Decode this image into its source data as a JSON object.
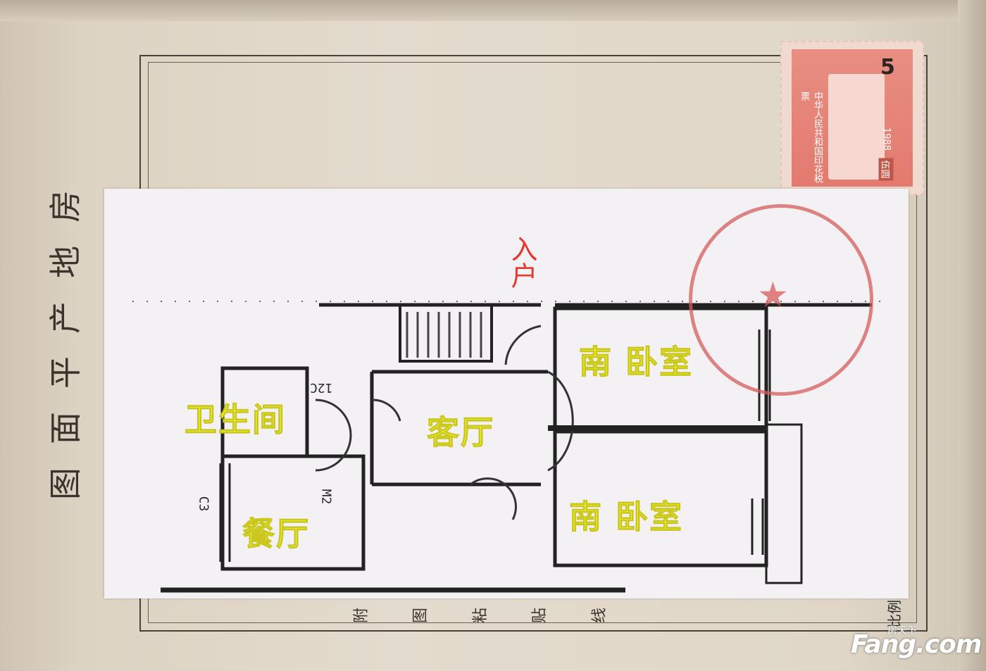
{
  "document": {
    "vertical_title_chars": [
      "房",
      "地",
      "产",
      "平",
      "面",
      "图"
    ],
    "footer_chars": [
      "附",
      "图",
      "粘",
      "贴",
      "线"
    ],
    "scale_label": "比例"
  },
  "stamp": {
    "issuer_text": "中华人民共和国印花税票",
    "value": "5",
    "year": "1988",
    "denomination": "伍圆"
  },
  "floorplan": {
    "entrance": "入户",
    "rooms": [
      {
        "id": "south-bedroom-1",
        "label": "南 卧室"
      },
      {
        "id": "living-room",
        "label": "客厅"
      },
      {
        "id": "bathroom",
        "label": "卫生间"
      },
      {
        "id": "south-bedroom-2",
        "label": "南 卧室"
      },
      {
        "id": "dining-room",
        "label": "餐厅"
      }
    ],
    "codes": {
      "window": "C3",
      "door": "M2",
      "misc": "12C"
    }
  },
  "watermark": {
    "small": "房天下",
    "main": "Fang.com"
  },
  "colors": {
    "label_yellow": "#f2f03a",
    "entrance_red": "#e23a2e",
    "seal_red": "#d65c5c"
  }
}
